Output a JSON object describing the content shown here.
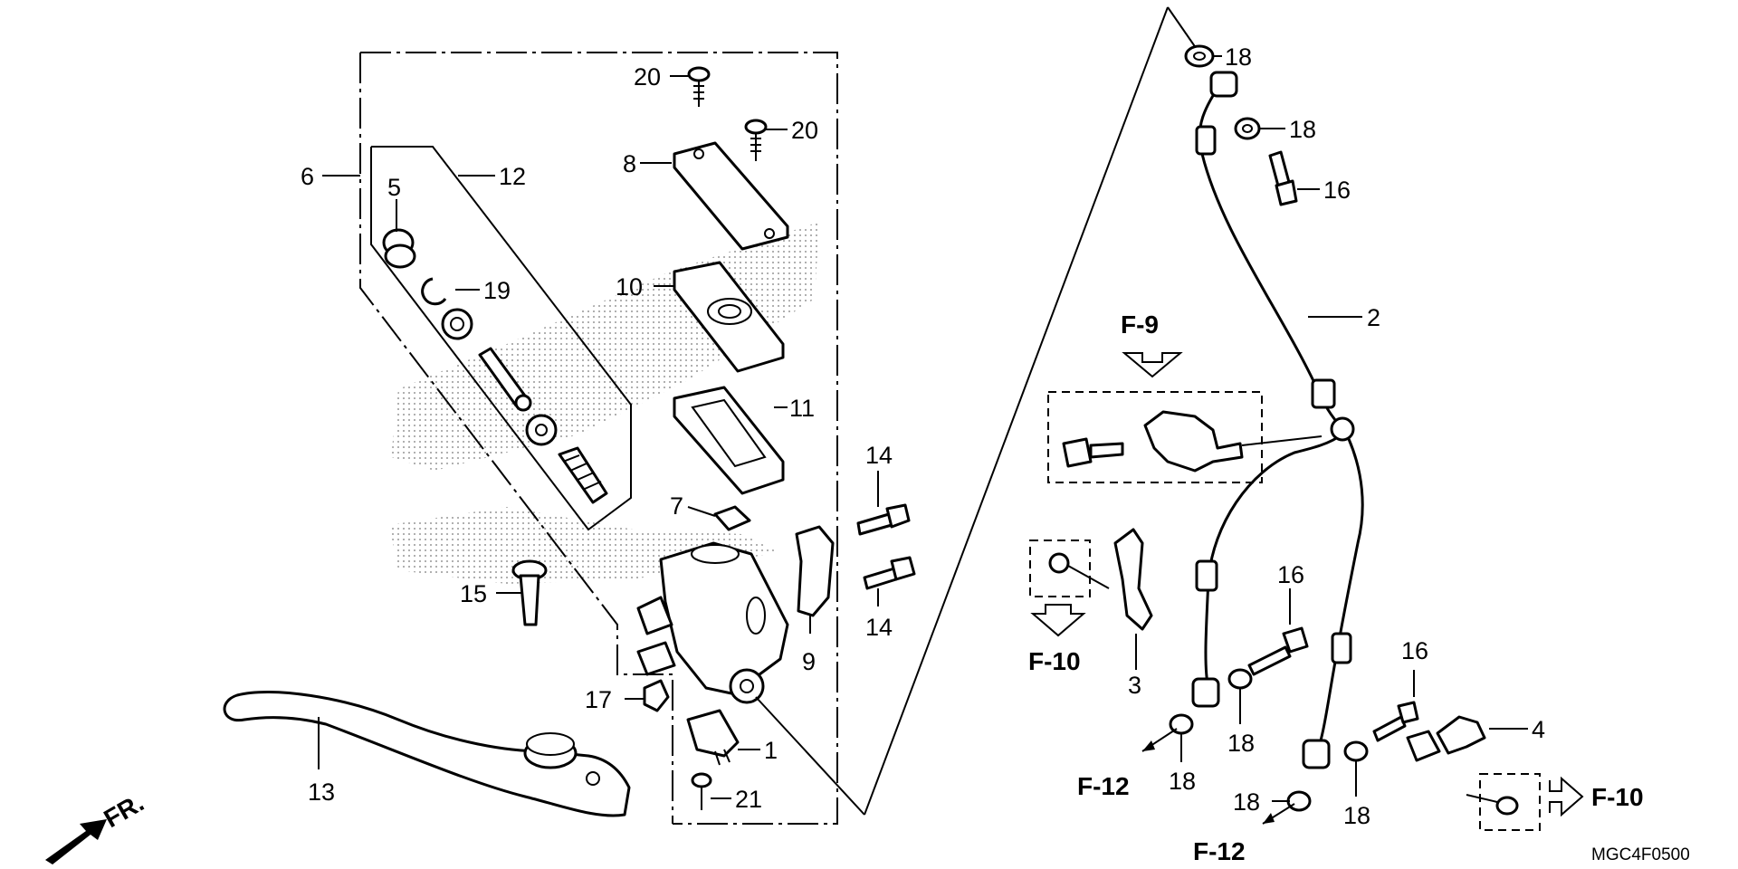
{
  "diagram_code": "MGC4F0500",
  "front_indicator": "FR.",
  "callouts": {
    "p1": "1",
    "p2": "2",
    "p3": "3",
    "p4": "4",
    "p5": "5",
    "p6": "6",
    "p7": "7",
    "p8": "8",
    "p9": "9",
    "p10": "10",
    "p11": "11",
    "p12": "12",
    "p13": "13",
    "p14a": "14",
    "p14b": "14",
    "p15": "15",
    "p16a": "16",
    "p16b": "16",
    "p16c": "16",
    "p17": "17",
    "p18a": "18",
    "p18b": "18",
    "p18c": "18",
    "p18d": "18",
    "p18e": "18",
    "p18f": "18",
    "p19": "19",
    "p20a": "20",
    "p20b": "20",
    "p21": "21"
  },
  "references": {
    "f9": "F-9",
    "f10a": "F-10",
    "f10b": "F-10",
    "f12a": "F-12",
    "f12b": "F-12"
  }
}
